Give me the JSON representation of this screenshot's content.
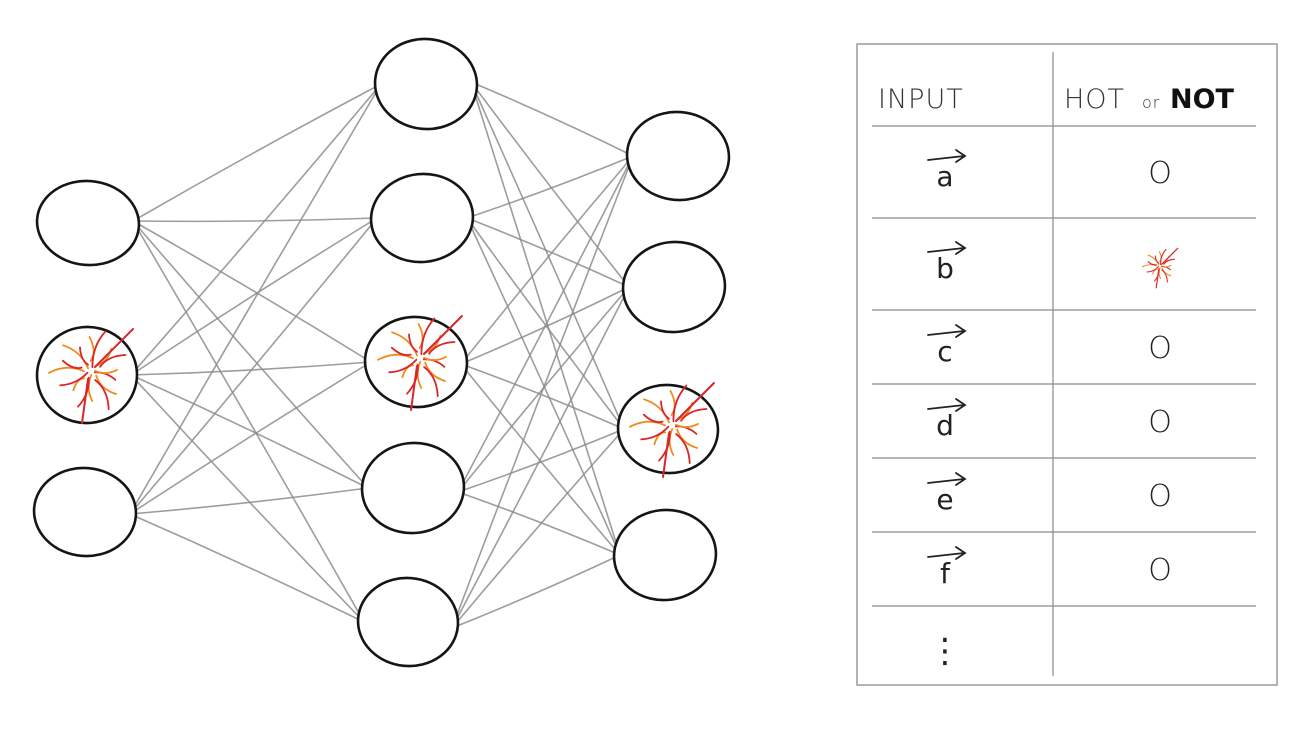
{
  "network": {
    "layers": [
      {
        "nodes": [
          false,
          true,
          false
        ]
      },
      {
        "nodes": [
          false,
          false,
          true,
          false,
          false
        ]
      },
      {
        "nodes": [
          false,
          false,
          true,
          false
        ]
      }
    ],
    "colors": {
      "outline": "#151515",
      "edge": "#8c8c8c",
      "fire_red": "#d9262a",
      "fire_orange": "#f08a1c"
    }
  },
  "table": {
    "headers": {
      "input": "INPUT",
      "hot": "HOT",
      "or": "or",
      "not": "NOT"
    },
    "rows": [
      {
        "input": "a",
        "status": "not"
      },
      {
        "input": "b",
        "status": "hot"
      },
      {
        "input": "c",
        "status": "not"
      },
      {
        "input": "d",
        "status": "not"
      },
      {
        "input": "e",
        "status": "not"
      },
      {
        "input": "f",
        "status": "not"
      }
    ],
    "continuation": "⋮",
    "not_glyph": "O"
  }
}
